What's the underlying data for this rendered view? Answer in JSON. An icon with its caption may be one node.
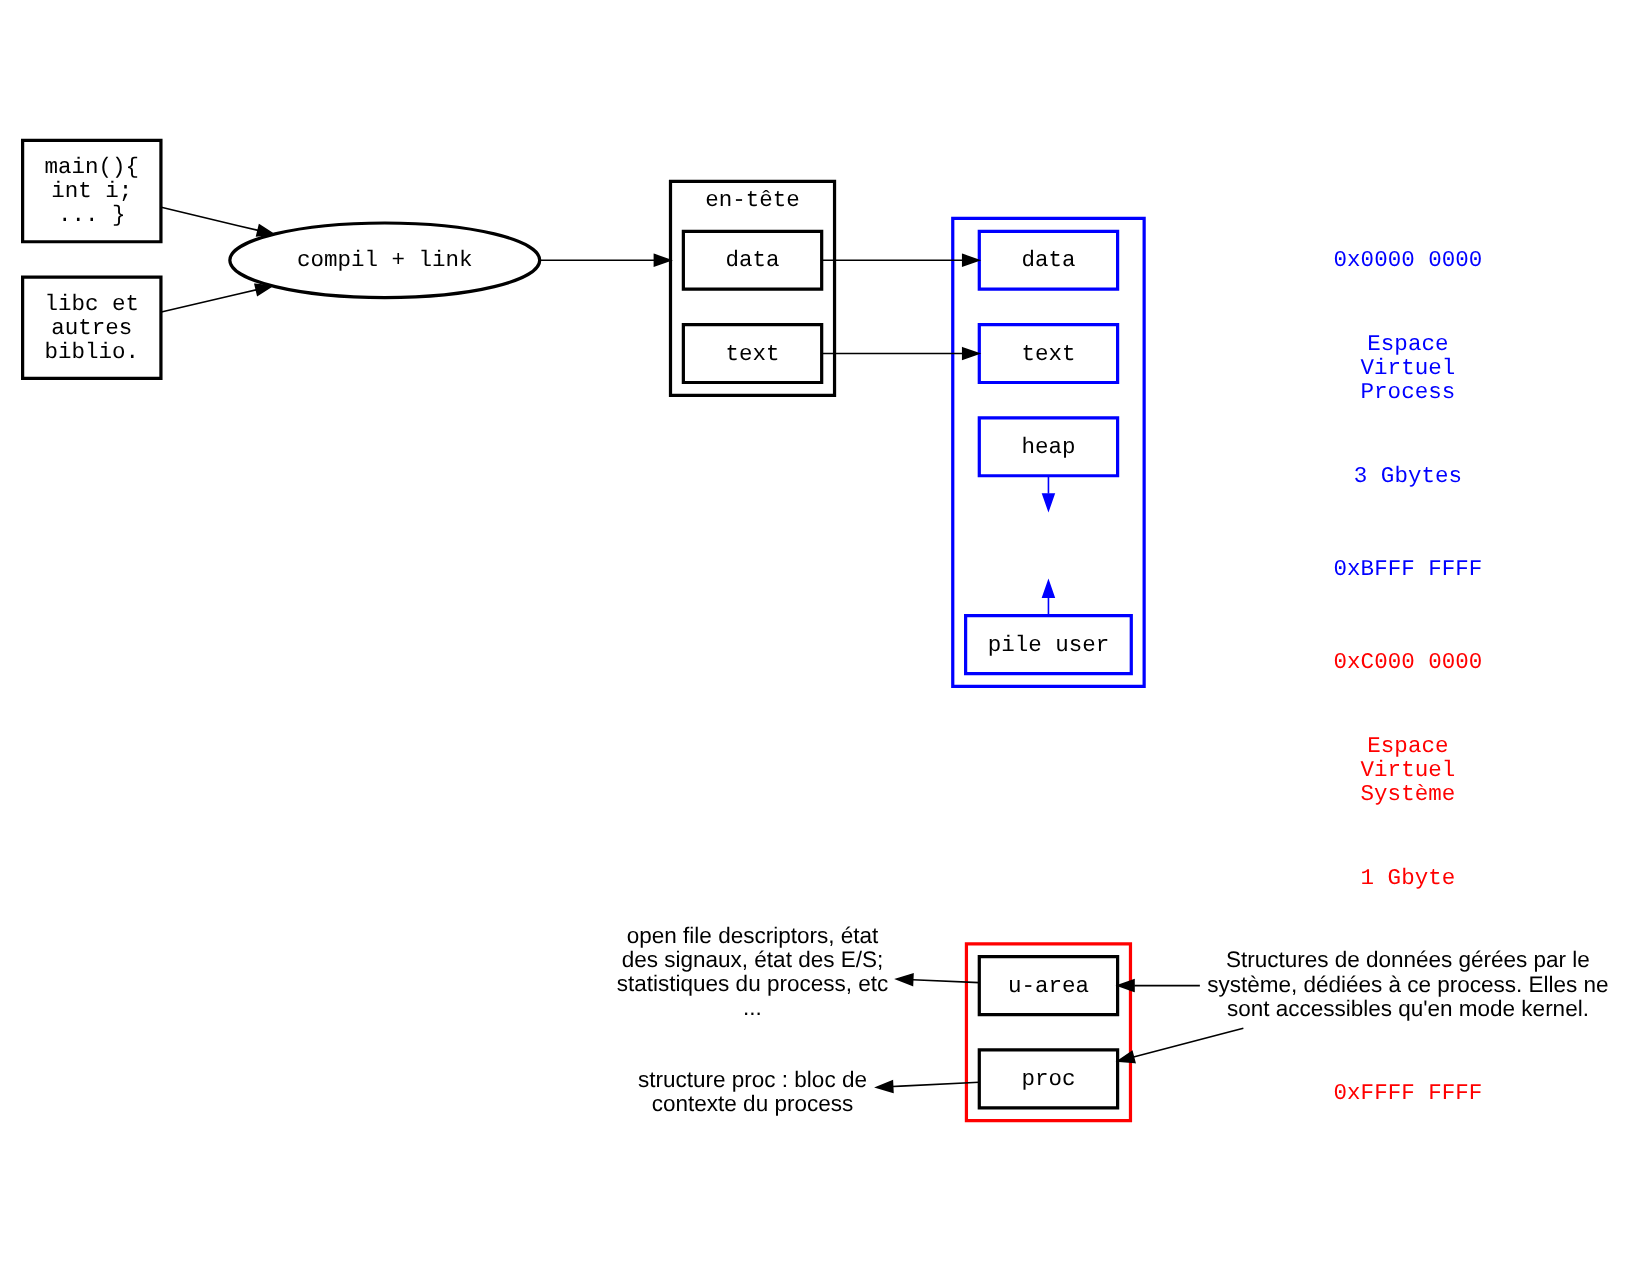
{
  "diagram": {
    "nodes": [
      {
        "text": [
          "main(){ int i; ... }"
        ]
      },
      {
        "text": [
          "libc et autres biblio."
        ]
      },
      {
        "text": [
          "compil + link"
        ]
      },
      {
        "text": [
          "en-tête"
        ]
      },
      {
        "text": [
          "data"
        ],
        "in": 3
      },
      {
        "text": [
          "text"
        ],
        "in": 3
      },
      {
        "text": [],
        "shape": "box"
      },
      {
        "text": [
          "data"
        ],
        "in": 6
      },
      {
        "text": [
          "text"
        ],
        "in": 6
      },
      {
        "text": [
          "heap"
        ],
        "in": 6
      },
      {
        "text": [
          "pile user"
        ],
        "in": 6
      },
      {
        "text": [],
        "shape": "box"
      },
      {
        "text": [
          "u-area"
        ],
        "in": 11
      },
      {
        "text": [
          "proc"
        ],
        "in": 11
      },
      {
        "text": [
          "open file descriptors, état des signaux, état des E/S; statistiques du process, etc ..."
        ]
      },
      {
        "text": [
          "structure proc : bloc de contexte du process"
        ]
      },
      {
        "text": [
          "Structures de données gérées par le système, dédiées à ce process. Elles ne sont accessibles qu'en mode kernel."
        ]
      }
    ],
    "edges": [
      {
        "from": 0,
        "to": 2,
        "arrow": "to"
      },
      {
        "from": 1,
        "to": 2,
        "arrow": "to"
      },
      {
        "from": 2,
        "to": 3,
        "arrow": "to"
      },
      {
        "from": 4,
        "to": 7,
        "arrow": "to"
      },
      {
        "from": 5,
        "to": 8,
        "arrow": "to"
      },
      {
        "from": 9,
        "to": null,
        "arrow": "to",
        "color": "#0000ff"
      },
      {
        "from": 10,
        "to": null,
        "arrow": "to",
        "color": "#0000ff"
      },
      {
        "from": 12,
        "to": 14,
        "arrow": "to"
      },
      {
        "from": 13,
        "to": 15,
        "arrow": "to"
      },
      {
        "from": 16,
        "to": 12,
        "arrow": "to"
      },
      {
        "from": 16,
        "to": 13,
        "arrow": "to"
      }
    ],
    "labels": [
      "0x0000 0000",
      "Espace Virtuel Process",
      "3 Gbytes",
      "0xBFFF FFFF",
      "0xC000 0000",
      "Espace Virtuel Système",
      "1 Gbyte",
      "0xFFFF FFFF"
    ]
  }
}
